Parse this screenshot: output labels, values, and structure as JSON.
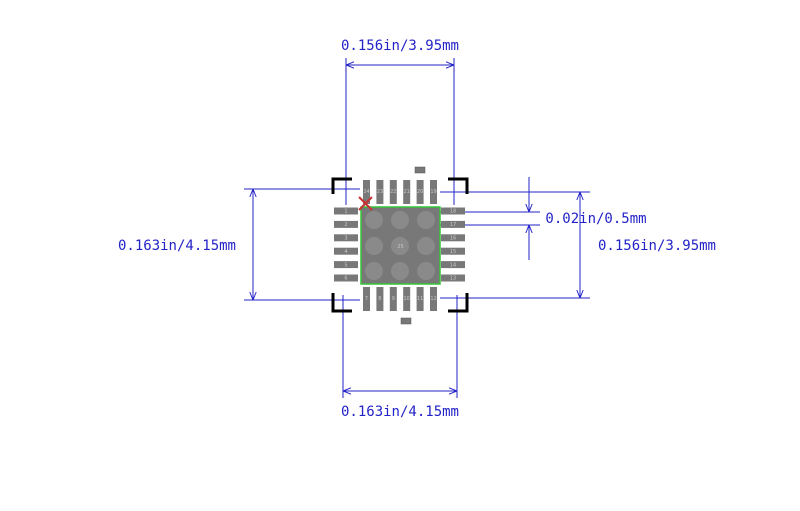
{
  "dimensions": {
    "top_width": "0.156in/3.95mm",
    "bottom_width": "0.163in/4.15mm",
    "left_height": "0.163in/4.15mm",
    "right_height": "0.156in/3.95mm",
    "pitch": "0.02in/0.5mm"
  },
  "package": {
    "pins_per_side": 6,
    "center_pad_label": "25",
    "pin_labels_left": [
      "1",
      "2",
      "3",
      "4",
      "5",
      "6"
    ],
    "pin_labels_bottom": [
      "7",
      "8",
      "9",
      "10",
      "11",
      "12"
    ],
    "pin_labels_right": [
      "13",
      "14",
      "15",
      "16",
      "17",
      "18"
    ],
    "pin_labels_top": [
      "19",
      "20",
      "21",
      "22",
      "23",
      "24"
    ]
  },
  "colors": {
    "dimension": "#2323c8",
    "pad": "#787878",
    "outline": "#000000",
    "courtyard": "#35c435",
    "pin1_marker": "#c83232"
  }
}
